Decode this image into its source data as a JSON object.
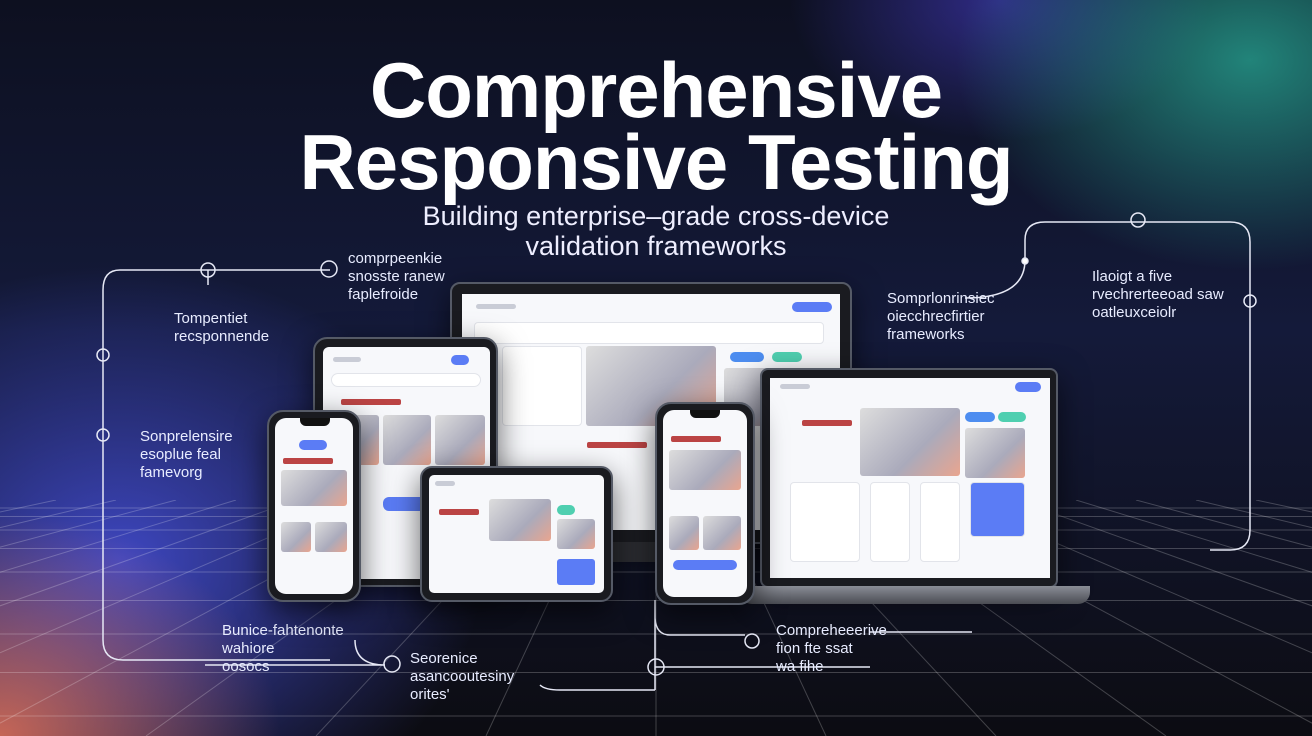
{
  "hero": {
    "title_line1": "Comprehensive",
    "title_line2": "Responsive Testing",
    "subtitle_line1": "Building enterprise–grade cross-device",
    "subtitle_line2": "validation frameworks"
  },
  "labels": [
    {
      "text": "comprpeenkie\nsnosste ranew\nfaplefroide"
    },
    {
      "text": "Tompentiet\nrecsponnende"
    },
    {
      "text": "Sonprelensire\nesoplue feal\nfamevorg"
    },
    {
      "text": "Somprlonrinsiec\noiecchrecfirtier\nframeworks"
    },
    {
      "text": "Ilaoigt a five\nrvechrerteeoad saw\noatleuxceiolr"
    },
    {
      "text": "Bunice-fahtenonte\nwahiore\noosocs"
    },
    {
      "text": "Seorenice\nasancooutesiny\norites'"
    },
    {
      "text": "Compreheeerive\nfion fte ssat\nwa fihe"
    }
  ],
  "colors": {
    "accent": "#5b7cf5",
    "line": "#e6e8f5"
  }
}
